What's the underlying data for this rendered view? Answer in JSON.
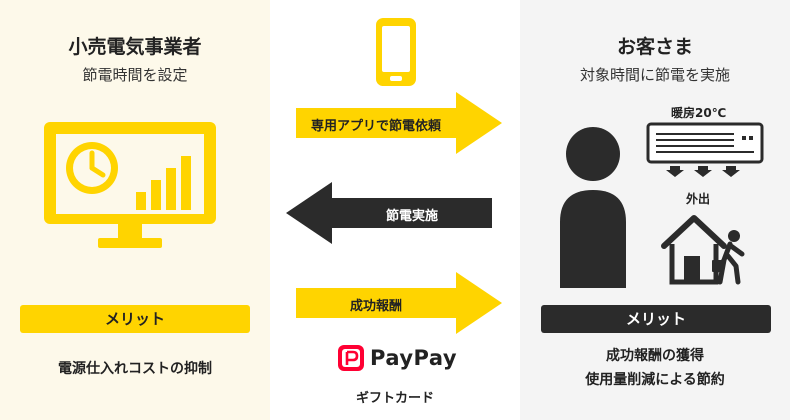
{
  "left": {
    "title": "小売電気事業者",
    "subtitle": "節電時間を設定",
    "merit_label": "メリット",
    "benefit": "電源仕入れコストの抑制",
    "icon": "monitor-chart-icon"
  },
  "middle": {
    "arrows": [
      {
        "label": "専用アプリで節電依頼",
        "direction": "right",
        "color": "#ffd400"
      },
      {
        "label": "節電実施",
        "direction": "left",
        "color": "#2b2b2b"
      },
      {
        "label": "成功報酬",
        "direction": "right",
        "color": "#ffd400"
      }
    ],
    "reward_brand": "PayPay",
    "reward_type": "ギフトカード",
    "icon": "smartphone-icon"
  },
  "right": {
    "title": "お客さま",
    "subtitle": "対象時間に節電を実施",
    "ac_label": "暖房20℃",
    "out_label": "外出",
    "merit_label": "メリット",
    "benefit_lines": [
      "成功報酬の獲得",
      "使用量削減による節約"
    ]
  },
  "colors": {
    "accent_yellow": "#ffd400",
    "dark": "#2b2b2b",
    "left_bg": "#fdf9ea",
    "right_bg": "#f4f4f4",
    "paypay_red": "#ff0033"
  }
}
